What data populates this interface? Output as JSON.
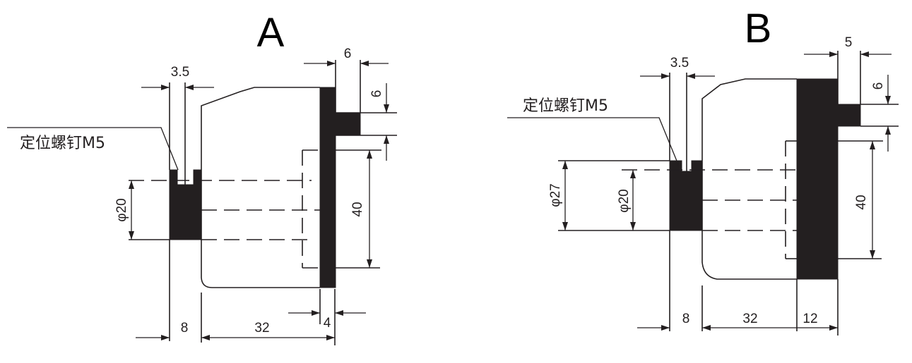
{
  "figures": {
    "a": {
      "title": "A",
      "label": "定位螺钉M5",
      "dims": {
        "slot": "3.5",
        "flange_width": "6",
        "flange_height": "6",
        "bore": "φ20",
        "height": "40",
        "hub": "8",
        "body": "32",
        "plate": "4"
      }
    },
    "b": {
      "title": "B",
      "label": "定位螺钉M5",
      "dims": {
        "slot": "3.5",
        "flange_width": "5",
        "flange_height": "6",
        "outer": "φ27",
        "bore": "φ20",
        "height": "40",
        "hub": "8",
        "body": "32",
        "plate": "12"
      }
    }
  },
  "colors": {
    "ink": "#231f20",
    "background": "#ffffff"
  }
}
